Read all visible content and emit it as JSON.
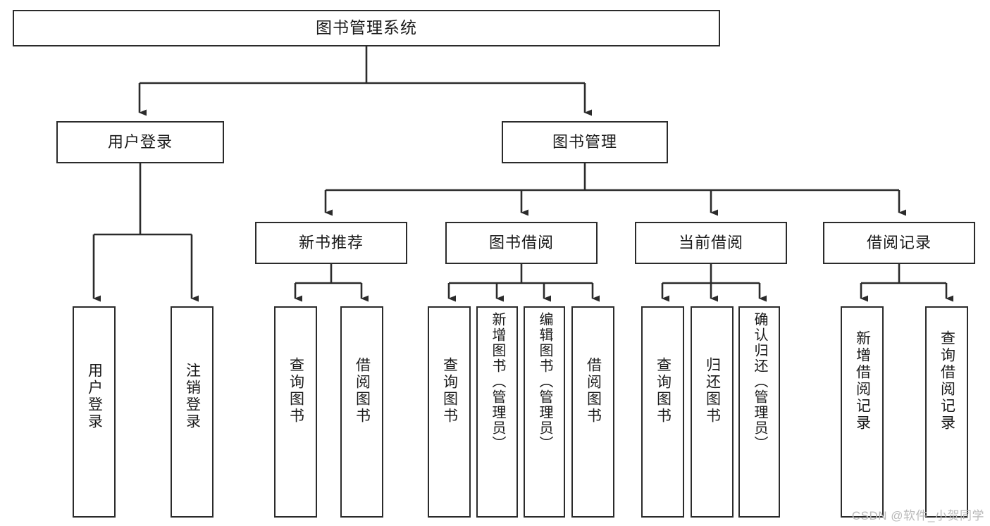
{
  "diagram": {
    "title": "图书管理系统",
    "type": "tree-hierarchy-chart",
    "watermark": "CSDN @软件_小贺同学",
    "colors": {
      "stroke": "#2b2b2b",
      "fill": "#ffffff",
      "text": "#1a1a1a",
      "watermark": "#b9b9b9"
    },
    "levels": {
      "root": "图书管理系统",
      "level2": [
        "用户登录",
        "图书管理"
      ],
      "level3": [
        "新书推荐",
        "图书借阅",
        "当前借阅",
        "借阅记录"
      ]
    }
  },
  "nodes": {
    "root": {
      "label": "图书管理系统"
    },
    "user_login": {
      "label": "用户登录"
    },
    "book_manage": {
      "label": "图书管理"
    },
    "new_book_rec": {
      "label": "新书推荐"
    },
    "book_borrow": {
      "label": "图书借阅"
    },
    "current_borrow": {
      "label": "当前借阅"
    },
    "borrow_record": {
      "label": "借阅记录"
    },
    "leaf_user_login": {
      "label": "用户登录"
    },
    "leaf_logout": {
      "label": "注销登录"
    },
    "leaf_query_book_1": {
      "label": "查询图书"
    },
    "leaf_borrow_book_1": {
      "label": "借阅图书"
    },
    "leaf_query_book_2": {
      "label": "查询图书"
    },
    "leaf_add_book": {
      "label": "新增图书（管理员）"
    },
    "leaf_edit_book": {
      "label": "编辑图书（管理员）"
    },
    "leaf_borrow_book_2": {
      "label": "借阅图书"
    },
    "leaf_query_book_3": {
      "label": "查询图书"
    },
    "leaf_return_book": {
      "label": "归还图书"
    },
    "leaf_confirm_return": {
      "label": "确认归还（管理员）"
    },
    "leaf_add_record": {
      "label": "新增借阅记录"
    },
    "leaf_query_record": {
      "label": "查询借阅记录"
    }
  }
}
